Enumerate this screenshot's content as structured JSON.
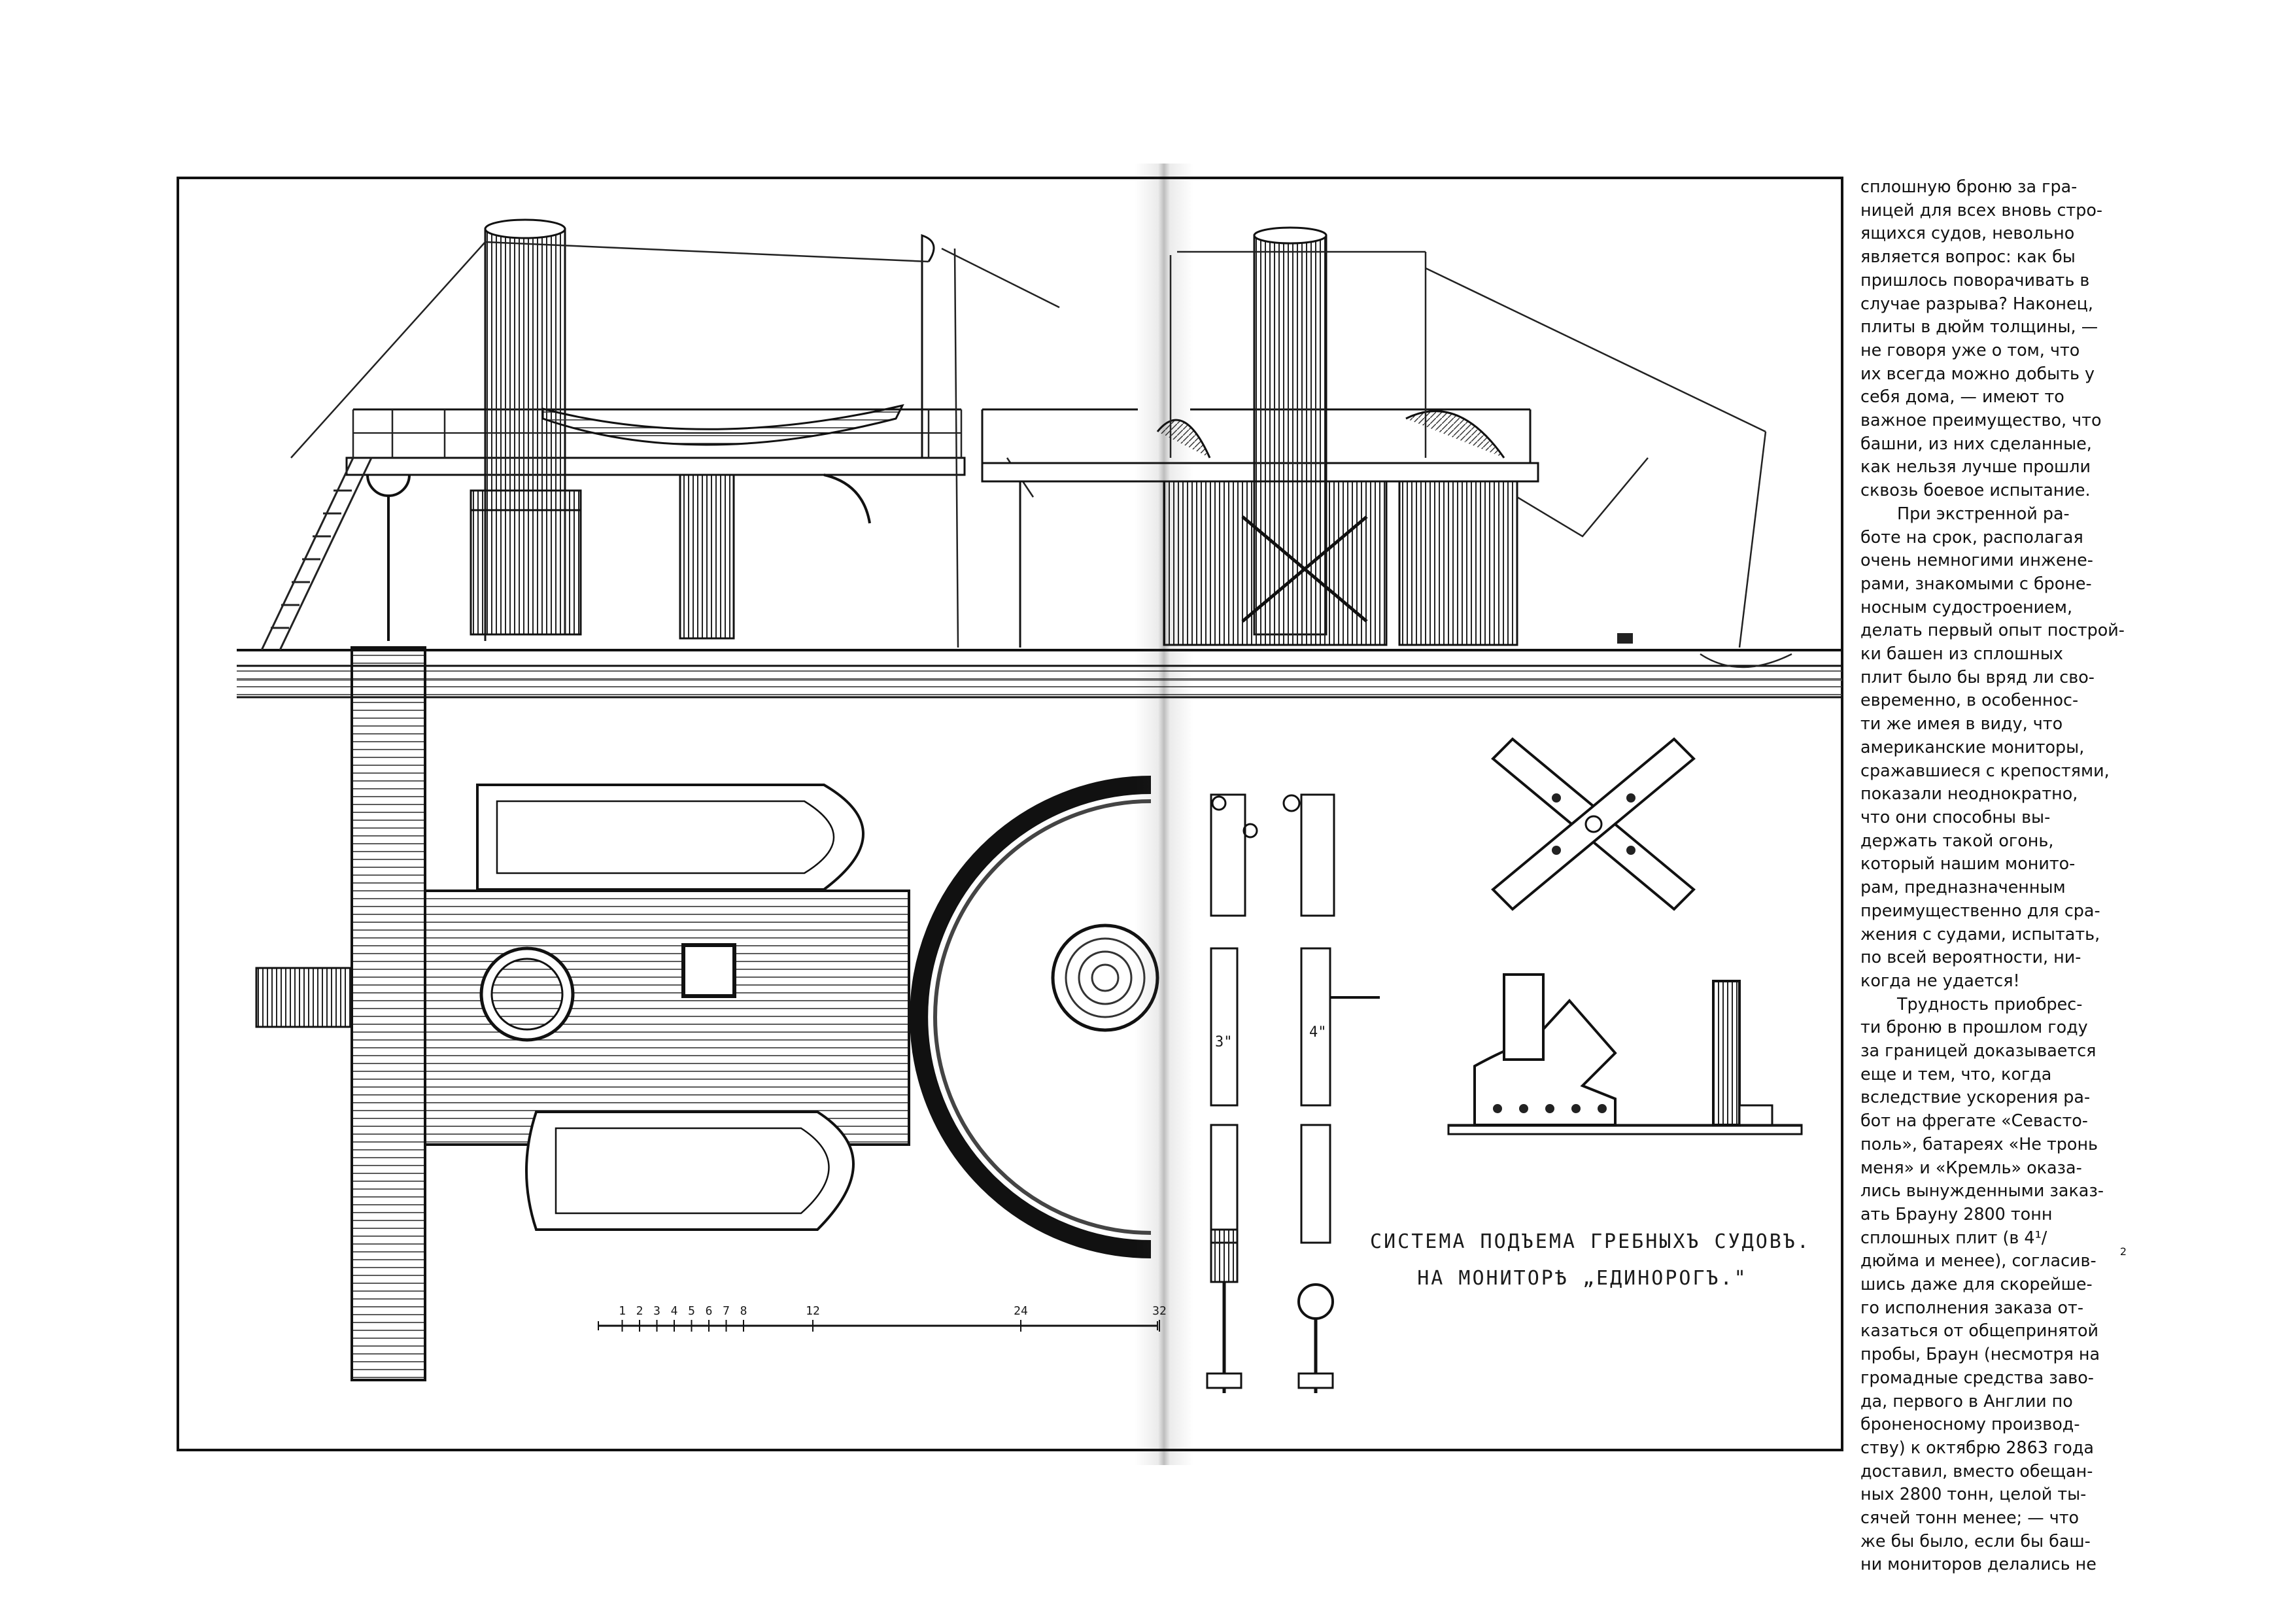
{
  "plate": {
    "caption_lines": [
      "СИСТЕМА ПОДЪЕМА ГРЕБНЫХЪ СУДОВЪ.",
      "НА МОНИТОРѢ „ЕДИНОРОГЪ.\""
    ],
    "scale_labels": [
      "1",
      "2",
      "3",
      "4",
      "5",
      "6",
      "7",
      "8",
      "12",
      "24",
      "32"
    ],
    "dimension_labels": [
      "3\"",
      "4\""
    ]
  },
  "article": {
    "lines": [
      "сплошную броню за гра-",
      "ницей для всех вновь стро-",
      "ящихся судов, невольно",
      "является вопрос: как бы",
      "пришлось поворачивать в",
      "случае разрыва? Наконец,",
      "плиты в дюйм толщины, —",
      "не говоря уже о том, что",
      "их всегда можно добыть у",
      "себя дома, — имеют то",
      "важное преимущество, что",
      "башни, из них сделанные,",
      "как нельзя лучше прошли",
      "сквозь боевое испытание.",
      "При экстренной ра-",
      "боте на срок, располагая",
      "очень немногими инжене-",
      "рами, знакомыми с броне-",
      "носным судостроением,",
      "делать первый опыт построй-",
      "ки башен из сплошных",
      "плит было бы вряд ли сво-",
      "евременно, в особеннос-",
      "ти же имея в виду, что",
      "американские мониторы,",
      "сражавшиеся с крепостями,",
      "показали неоднократно,",
      "что они способны вы-",
      "держать такой огонь,",
      "который нашим монито-",
      "рам, предназначенным",
      "преимущественно для сра-",
      "жения с судами, испытать,",
      "по всей вероятности, ни-",
      "когда не удается!",
      "Трудность приобрес-",
      "ти броню в прошлом году",
      "за границей доказывается",
      "еще и тем, что, когда",
      "вследствие ускорения ра-",
      "бот на фрегате «Севасто-",
      "поль», батареях «Не тронь",
      "меня» и «Кремль» оказа-",
      "лись вынужденными заказ-",
      "ать Брауну 2800 тонн",
      "сплошных плит (в 4¹/",
      "дюйма и менее), согласив-",
      "шись даже для скорейше-",
      "го исполнения заказа от-",
      "казаться от общепринятой",
      "пробы, Браун (несмотря на",
      "громадные средства заво-",
      "да, первого в Англии по",
      "броненосному производ-",
      "ству) к октябрю 2863 года",
      "доставил, вместо обещан-",
      "ных 2800 тонн, целой ты-",
      "сячей тонн менее; — что",
      "же бы было, если бы баш-",
      "ни мониторов делались не"
    ],
    "superscript_marker": "2"
  }
}
